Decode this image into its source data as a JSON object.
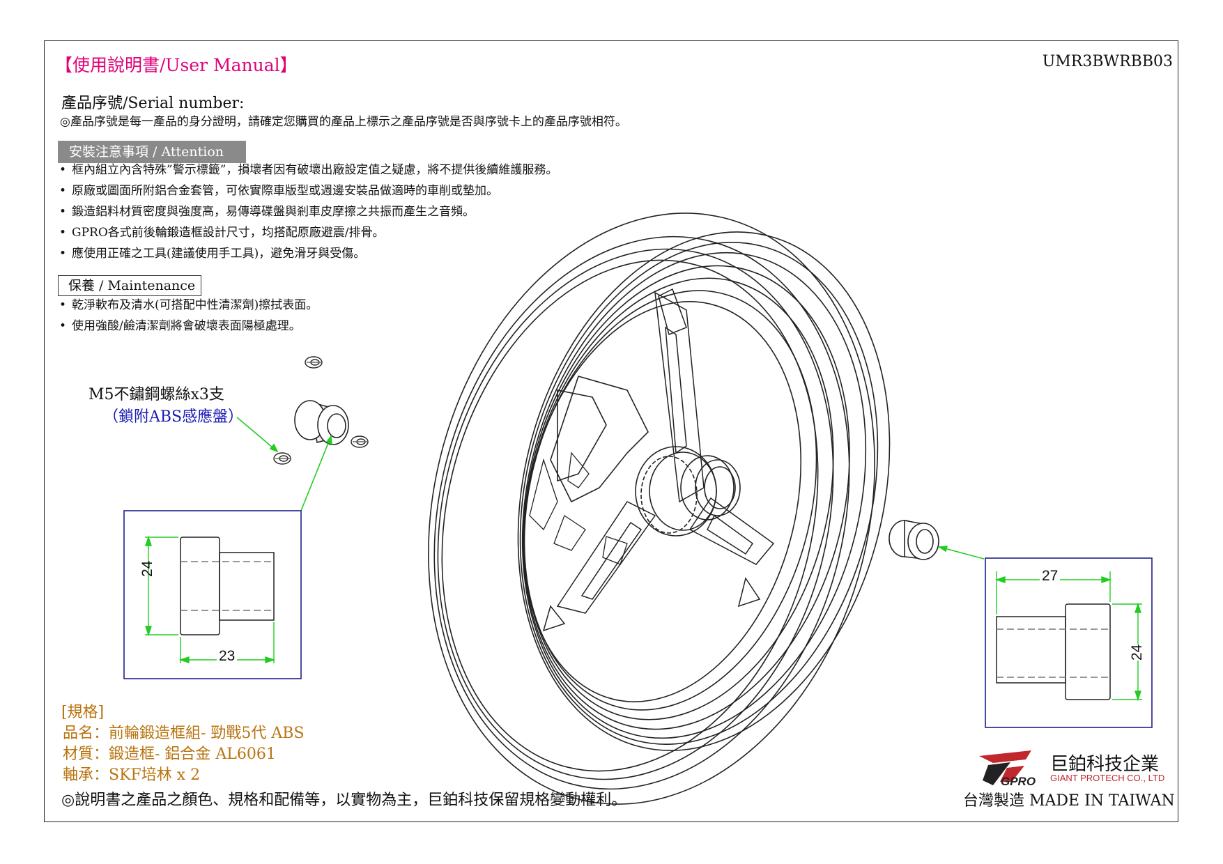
{
  "header": {
    "title": "【使用說明書/User Manual】",
    "code": "UMR3BWRBB03"
  },
  "serial": {
    "label": "產品序號/Serial number:",
    "note": "◎產品序號是每一產品的身分證明，請確定您購買的產品上標示之產品序號是否與序號卡上的產品序號相符。"
  },
  "attention": {
    "heading": "安裝注意事項 / Attention",
    "items": [
      "框內組立內含特殊”警示標籤”，損壞者因有破壞出廠設定值之疑慮，將不提供後續維護服務。",
      "原廠或圖面所附鋁合金套管，可依實際車版型或週邊安裝品做適時的車削或墊加。",
      "鍛造鋁料材質密度與強度高，易傳導碟盤與剎車皮摩擦之共振而產生之音頻。",
      "GPRO各式前後輪鍛造框設計尺寸，均搭配原廠避震/排骨。",
      "應使用正確之工具(建議使用手工具)，避免滑牙與受傷。"
    ]
  },
  "maintenance": {
    "heading": "保養 / Maintenance",
    "items": [
      "乾淨軟布及清水(可搭配中性清潔劑)擦拭表面。",
      "使用強酸/鹼清潔劑將會破壞表面陽極處理。"
    ]
  },
  "callouts": {
    "screw_label": "M5不鏽鋼螺絲x3支",
    "screw_sub": "（鎖附ABS感應盤）"
  },
  "dimensions": {
    "left_height": "24",
    "left_width": "23",
    "right_width": "27",
    "right_height": "24"
  },
  "spec": {
    "heading": "[規格]",
    "product": "品名：前輪鍛造框組- 勁戰5代 ABS",
    "material": "材質：鍛造框- 鋁合金 AL6061",
    "bearing": "軸承：SKF培林 x 2"
  },
  "disclaimer": "◎說明書之產品之顏色、規格和配備等，以實物為主，巨鉑科技保留規格變動權利。",
  "company": {
    "logo_text": "GPRO",
    "name_zh": "巨鉑科技企業",
    "name_en": "GIANT PROTECH CO., LTD",
    "made_in": "台灣製造 MADE IN TAIWAN"
  },
  "colors": {
    "title": "#e0007a",
    "accent_blue": "#1a1ab4",
    "spec": "#b9730e",
    "leader_green": "#22cc22",
    "box_blue": "#1e1e8c",
    "logo_red": "#c0282d"
  }
}
